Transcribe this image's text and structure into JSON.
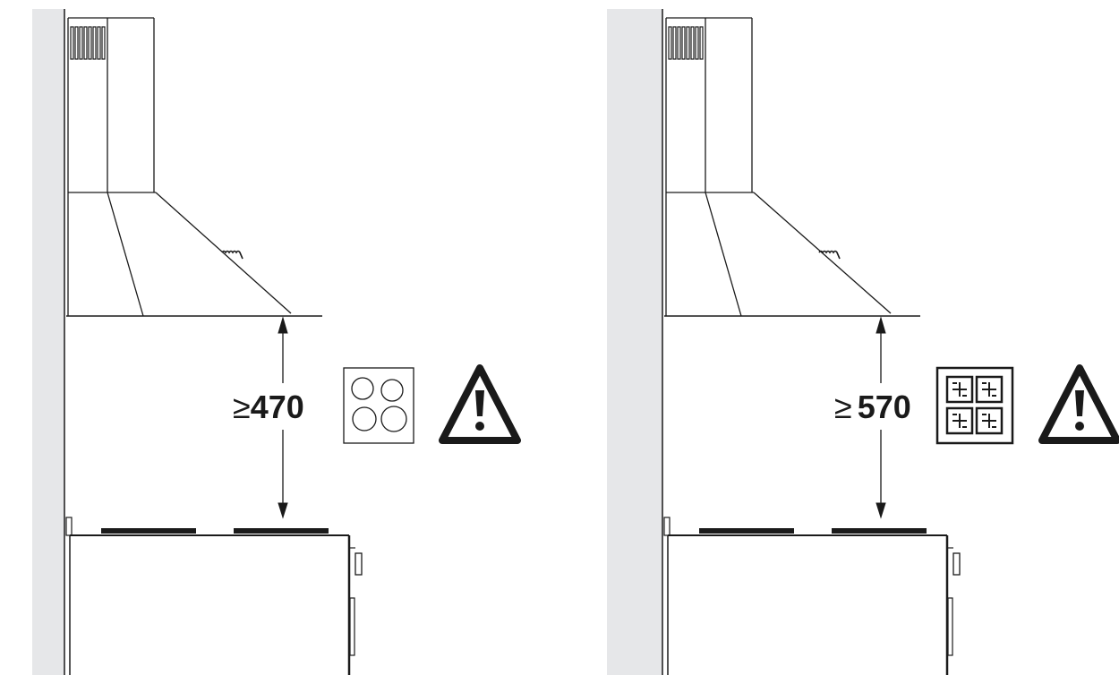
{
  "panels": [
    {
      "id": "electric",
      "hob_type": "electric-hob-icon",
      "clearance": {
        "symbol": "≥",
        "value": "470"
      }
    },
    {
      "id": "gas",
      "hob_type": "gas-hob-icon",
      "clearance": {
        "symbol": "≥",
        "value": "570"
      }
    }
  ],
  "colors": {
    "wall": "#e6e7e9",
    "line": "#1a1a1a"
  }
}
